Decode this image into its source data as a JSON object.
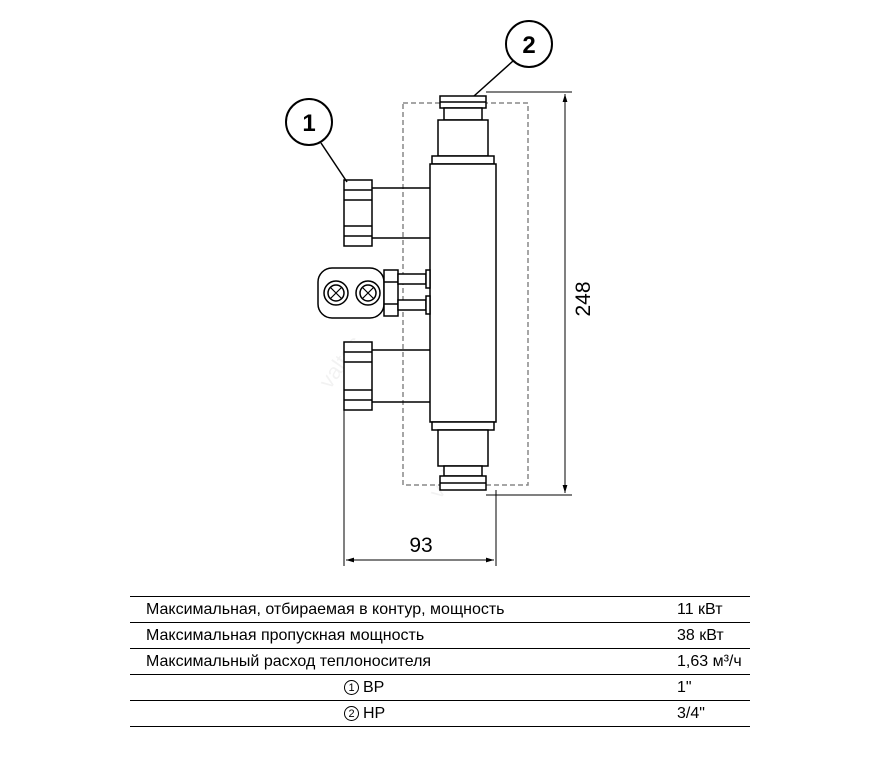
{
  "drawing": {
    "callouts": [
      {
        "num": "1"
      },
      {
        "num": "2"
      }
    ],
    "dimensions": {
      "height": "248",
      "width": "93"
    }
  },
  "table": {
    "rows": [
      {
        "label": "Максимальная, отбираемая в контур, мощность",
        "value": "11 кВт"
      },
      {
        "label": "Максимальная пропускная мощность",
        "value": "38 кВт"
      },
      {
        "label": "Максимальный расход теплоносителя",
        "value": "1,63 м³/ч"
      },
      {
        "circle": "1",
        "label": "ВР",
        "value": "1\""
      },
      {
        "circle": "2",
        "label": "НР",
        "value": "3/4\""
      }
    ]
  }
}
